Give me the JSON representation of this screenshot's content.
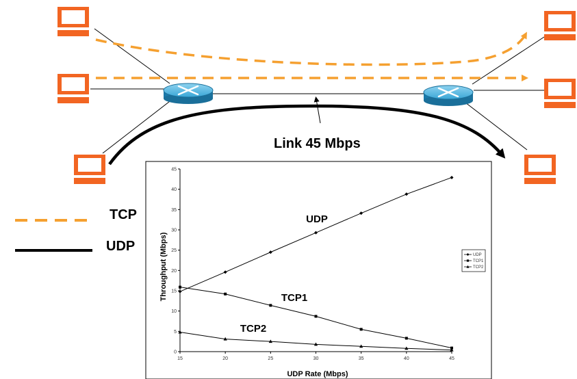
{
  "diagram": {
    "link_label": "Link 45 Mbps",
    "legend": [
      {
        "name": "TCP",
        "style": "dashed",
        "color": "#f5a030"
      },
      {
        "name": "UDP",
        "style": "solid",
        "color": "#000000"
      }
    ],
    "colors": {
      "computer": "#f26522",
      "tcp_flow": "#f5a030",
      "router": "#1f8fc0"
    }
  },
  "chart_data": {
    "type": "line",
    "xlabel": "UDP Rate (Mbps)",
    "ylabel": "Throughput (Mbps)",
    "xlim": [
      15,
      45
    ],
    "ylim": [
      0,
      45
    ],
    "x": [
      15,
      20,
      25,
      30,
      35,
      40,
      45
    ],
    "xticks": [
      "15",
      "20",
      "25",
      "30",
      "35",
      "40",
      "45"
    ],
    "yticks": [
      "0",
      "5",
      "10",
      "15",
      "20",
      "25",
      "30",
      "35",
      "40",
      "45"
    ],
    "series": [
      {
        "name": "UDP",
        "label": "UDP",
        "marker": "diamond",
        "values": [
          14.8,
          19.6,
          24.5,
          29.3,
          34.1,
          38.8,
          42.9
        ]
      },
      {
        "name": "TCP1",
        "label": "TCP1",
        "marker": "square",
        "values": [
          15.9,
          14.2,
          11.4,
          8.7,
          5.5,
          3.3,
          0.9
        ]
      },
      {
        "name": "TCP2",
        "label": "TCP2",
        "marker": "triangle",
        "values": [
          4.8,
          3.1,
          2.5,
          1.8,
          1.3,
          0.8,
          0.4
        ]
      }
    ]
  }
}
